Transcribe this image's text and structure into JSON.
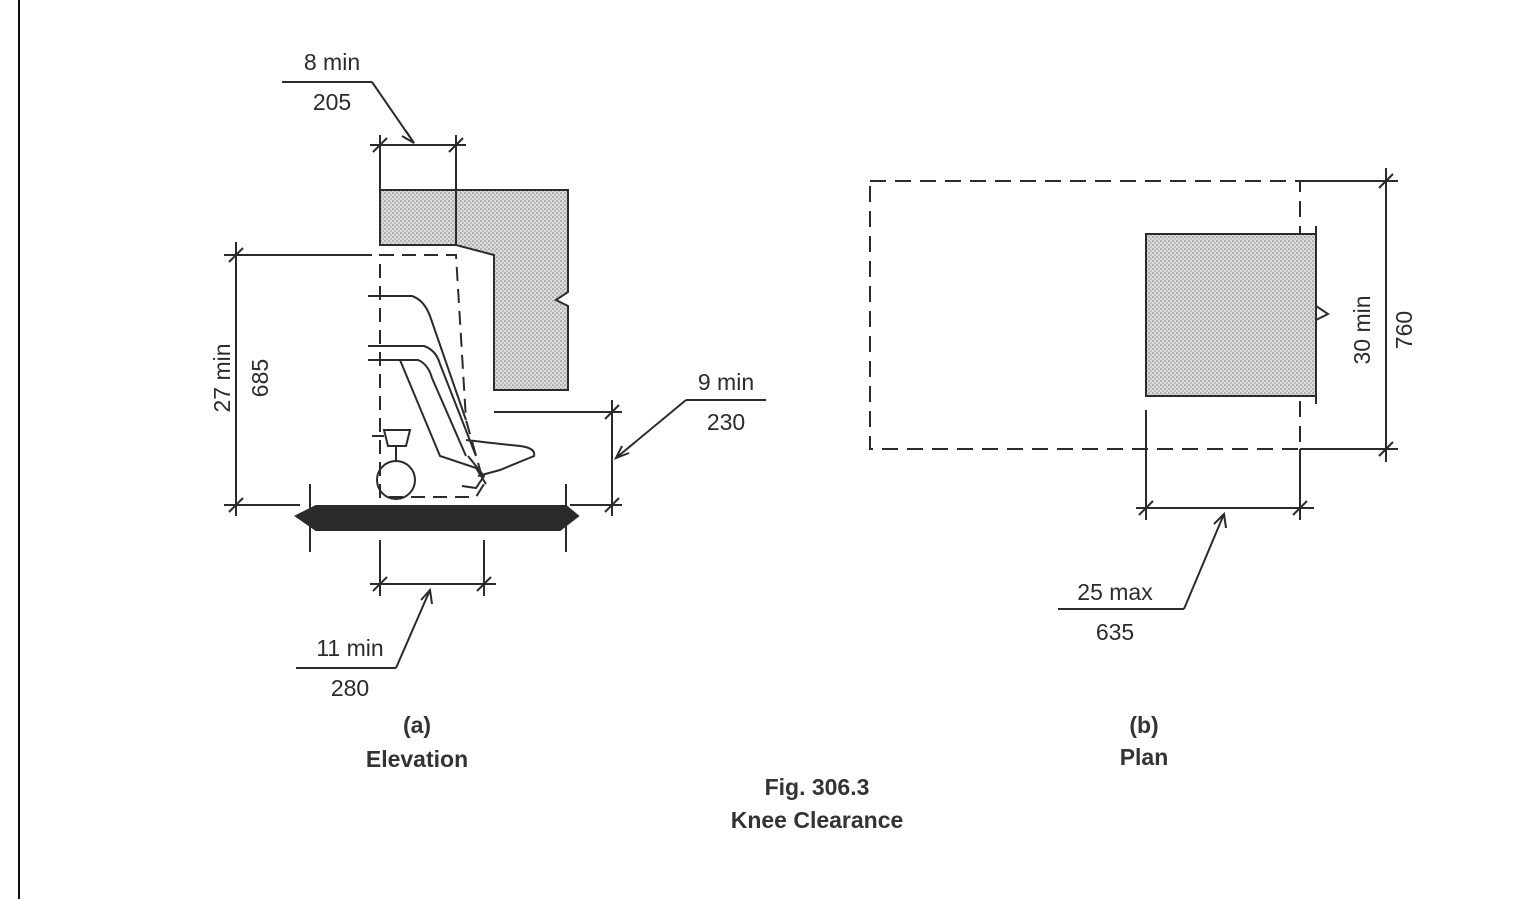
{
  "figure": {
    "number": "Fig. 306.3",
    "title": "Knee Clearance"
  },
  "elevation": {
    "letter": "(a)",
    "label": "Elevation",
    "dimensions": {
      "toe_depth": {
        "imperial": "8 min",
        "metric": "205"
      },
      "knee_height": {
        "imperial": "27 min",
        "metric": "685"
      },
      "toe_height": {
        "imperial": "9 min",
        "metric": "230"
      },
      "knee_depth": {
        "imperial": "11 min",
        "metric": "280"
      }
    }
  },
  "plan": {
    "letter": "(b)",
    "label": "Plan",
    "dimensions": {
      "width": {
        "imperial": "30 min",
        "metric": "760"
      },
      "depth": {
        "imperial": "25 max",
        "metric": "635"
      }
    }
  },
  "colors": {
    "line": "#2b2b2b",
    "hatch_fill": "#c9c9c9",
    "floor": "#2a2a2a"
  }
}
